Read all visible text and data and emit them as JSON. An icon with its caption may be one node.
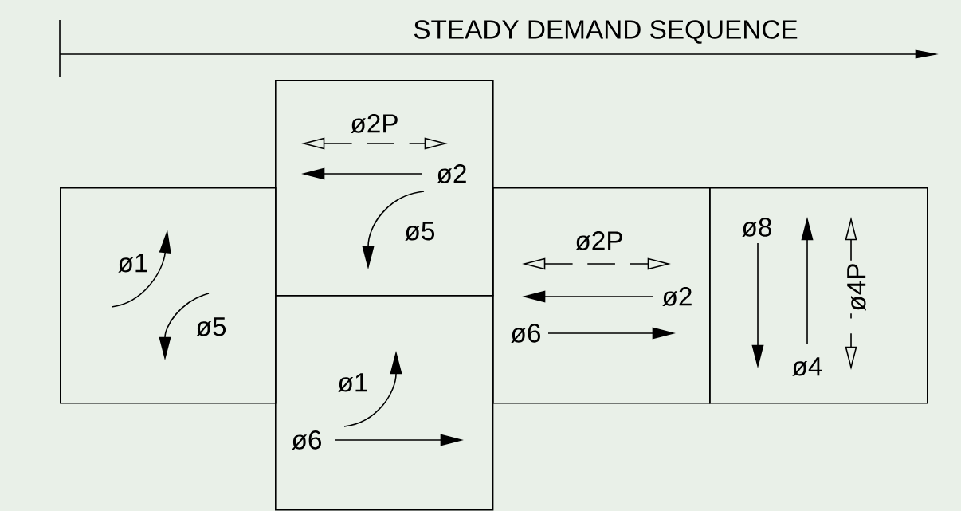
{
  "diagram": {
    "title": "STEADY DEMAND SEQUENCE",
    "nodes": [
      {
        "text": [
          "ø1",
          "ø5"
        ]
      },
      {
        "text": [
          "ø2P",
          "ø2",
          "ø5"
        ]
      },
      {
        "text": [
          "ø1",
          "ø6"
        ]
      },
      {
        "text": [
          "ø2P",
          "ø2",
          "ø6"
        ]
      },
      {
        "text": [
          "ø8",
          "ø4",
          "ø4P"
        ]
      }
    ]
  }
}
